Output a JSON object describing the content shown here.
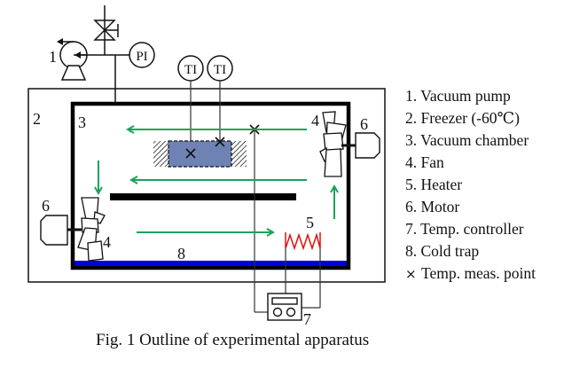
{
  "diagram": {
    "labels": {
      "pump": "1",
      "freezer": "2",
      "chamber": "3",
      "fan_right": "4",
      "fan_left": "4",
      "heater": "5",
      "motor_right": "6",
      "motor_left": "6",
      "controller": "7",
      "cold_trap": "8",
      "pressure_indicator": "PI",
      "temp_indicator_1": "TI",
      "temp_indicator_2": "TI"
    },
    "colors": {
      "airflow": "#1aa35a",
      "heater": "#e01010",
      "cold_trap": "#0000dd",
      "sample": "#6f82b4",
      "line": "#111111"
    }
  },
  "legend": {
    "items": [
      {
        "text": "1. Vacuum pump"
      },
      {
        "text": "2. Freezer (-60℃)"
      },
      {
        "text": "3. Vacuum chamber"
      },
      {
        "text": "4. Fan"
      },
      {
        "text": "5. Heater"
      },
      {
        "text": "6. Motor"
      },
      {
        "text": "7. Temp. controller"
      },
      {
        "text": "8. Cold trap"
      }
    ],
    "meas_point_symbol": "×",
    "meas_point_text": "Temp. meas. point"
  },
  "caption": "Fig. 1 Outline of experimental apparatus"
}
